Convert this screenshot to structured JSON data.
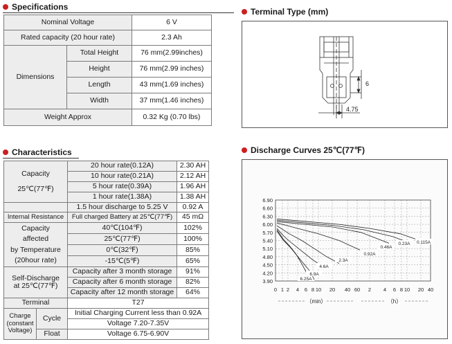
{
  "specifications": {
    "title": "Specifications",
    "rows": {
      "nominal_voltage": {
        "label": "Nominal Voltage",
        "value": "6 V"
      },
      "rated_capacity": {
        "label": "Rated capacity (20 hour rate)",
        "value": "2.3 Ah"
      },
      "dimensions_label": "Dimensions",
      "dims": [
        {
          "label": "Total Height",
          "value": "76 mm(2.99inches)"
        },
        {
          "label": "Height",
          "value": "76 mm(2.99 inches)"
        },
        {
          "label": "Length",
          "value": "43 mm(1.69 inches)"
        },
        {
          "label": "Width",
          "value": "37 mm(1.46 inches)"
        }
      ],
      "weight": {
        "label": "Weight  Approx",
        "value": "0.32 Kg (0.70 lbs)"
      }
    }
  },
  "terminal_type": {
    "title": "Terminal Type (mm)",
    "dim_height": "6",
    "dim_width": "4.75"
  },
  "characteristics": {
    "title": "Characteristics",
    "capacity_label": [
      "Capacity",
      "25℃(77℉)"
    ],
    "capacity_rows": [
      {
        "label": "20 hour rate(0.12A)",
        "value": "2.30 AH"
      },
      {
        "label": "10 hour rate(0.21A)",
        "value": "2.12 AH"
      },
      {
        "label": "5 hour rate(0.39A)",
        "value": "1.96 AH"
      },
      {
        "label": "1 hour rate(1.38A)",
        "value": "1.38 AH"
      }
    ],
    "discharge_row": {
      "label": "1.5 hour discharge to 5.25 V",
      "value": "0.92 A"
    },
    "internal_resistance": {
      "label": "Internal Resistance",
      "condition": "Full charged Battery at 25℃(77℉)",
      "value": "45 mΩ"
    },
    "temp_label": [
      "Capacity",
      "affected",
      "by Temperature",
      "(20hour rate)"
    ],
    "temp_rows": [
      {
        "label": "40℃(104℉)",
        "value": "102%"
      },
      {
        "label": "25℃(77℉)",
        "value": "100%"
      },
      {
        "label": "0℃(32℉)",
        "value": "85%"
      },
      {
        "label": "-15℃(5℉)",
        "value": "65%"
      }
    ],
    "self_discharge_label": [
      "Self-Discharge",
      "at 25℃(77℉)"
    ],
    "self_discharge_rows": [
      {
        "label": "Capacity after 3 month storage",
        "value": "91%"
      },
      {
        "label": "Capacity after 6 month storage",
        "value": "82%"
      },
      {
        "label": "Capacity after 12 month storage",
        "value": "64%"
      }
    ],
    "terminal": {
      "label": "Terminal",
      "value": "T27"
    },
    "charge_label": [
      "Charge",
      "(constant",
      "Voltage)"
    ],
    "cycle": {
      "label": "Cycle",
      "line1": "Initial Charging Current less than 0.92A",
      "line2": "Voltage 7.20-7.35V"
    },
    "float": {
      "label": "Float",
      "value": "Voltage 6.75-6.90V"
    }
  },
  "discharge_curves": {
    "title": "Discharge Curves 25℃(77℉)"
  },
  "chart_data": {
    "type": "line",
    "title": "",
    "ylabel": "",
    "xlabel_left": "（min）",
    "xlabel_right": "（h）",
    "y_ticks": [
      "6.90",
      "6.60",
      "6.30",
      "6.00",
      "5.70",
      "5.40",
      "5.10",
      "4.80",
      "4.50",
      "4.20",
      "3.90"
    ],
    "x_ticks_min": [
      "0",
      "1",
      "2",
      "4",
      "6",
      "8",
      "10",
      "20",
      "40",
      "60"
    ],
    "x_ticks_h": [
      "2",
      "4",
      "6",
      "8",
      "10",
      "20",
      "40"
    ],
    "ylim": [
      3.9,
      6.9
    ],
    "series": [
      {
        "name": "6.25A",
        "x": [
          0,
          1,
          2,
          3,
          4,
          5
        ],
        "y": [
          5.8,
          5.45,
          5.2,
          4.9,
          4.5,
          4.05
        ]
      },
      {
        "name": "6.9A",
        "x": [
          0,
          1,
          2,
          3,
          4,
          5,
          5.6
        ],
        "y": [
          5.75,
          5.4,
          5.15,
          4.85,
          4.55,
          4.25,
          3.95
        ]
      },
      {
        "name": "4.6A",
        "x": [
          0,
          1,
          2,
          4,
          6,
          8
        ],
        "y": [
          5.85,
          5.6,
          5.4,
          5.05,
          4.7,
          4.4
        ]
      },
      {
        "name": "2.3A",
        "x": [
          0,
          2,
          4,
          8,
          12,
          16,
          20
        ],
        "y": [
          5.95,
          5.8,
          5.65,
          5.4,
          5.1,
          4.8,
          4.55
        ]
      },
      {
        "name": "0.92A",
        "x": [
          0,
          10,
          20,
          40,
          60,
          80
        ],
        "y": [
          6.05,
          5.95,
          5.85,
          5.65,
          5.4,
          5.05
        ]
      },
      {
        "name": "0.46A",
        "x": [
          0,
          60,
          120,
          180,
          240
        ],
        "y": [
          6.1,
          6.0,
          5.9,
          5.7,
          5.3
        ]
      },
      {
        "name": "0.23A",
        "x": [
          0,
          120,
          240,
          360,
          480,
          540
        ],
        "y": [
          6.15,
          6.05,
          5.95,
          5.8,
          5.55,
          5.35
        ]
      },
      {
        "name": "0.115A",
        "x": [
          0,
          240,
          480,
          720,
          960,
          1140
        ],
        "y": [
          6.2,
          6.1,
          6.0,
          5.85,
          5.65,
          5.35
        ]
      }
    ]
  }
}
